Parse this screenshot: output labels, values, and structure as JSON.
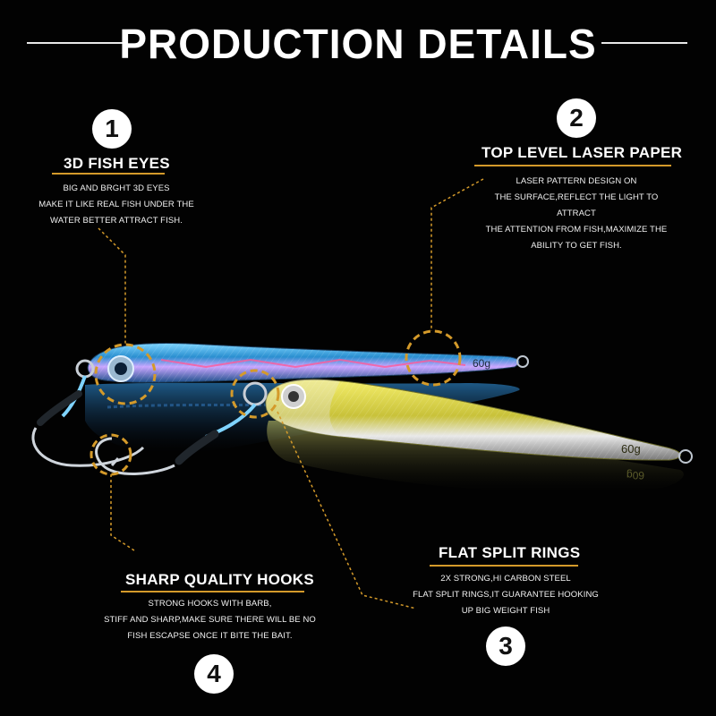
{
  "header": {
    "title": "PRODUCTION DETAILS"
  },
  "features": [
    {
      "number": "1",
      "title": "3D  FISH EYES",
      "lines": [
        "BIG AND BRGHT 3D EYES",
        "MAKE IT LIKE REAL FISH UNDER THE",
        "WATER BETTER ATTRACT FISH."
      ]
    },
    {
      "number": "2",
      "title": "TOP LEVEL LASER PAPER",
      "lines": [
        "LASER PATTERN DESIGN ON",
        "THE SURFACE,REFLECT THE LIGHT TO ATTRACT",
        "THE ATTENTION FROM FISH,MAXIMIZE THE",
        "ABILITY TO GET FISH."
      ]
    },
    {
      "number": "3",
      "title": "FLAT SPLIT RINGS",
      "lines": [
        "2X STRONG,HI CARBON STEEL",
        "FLAT SPLIT RINGS,IT GUARANTEE HOOKING",
        "UP BIG WEIGHT FISH"
      ]
    },
    {
      "number": "4",
      "title": "SHARP QUALITY HOOKS",
      "lines": [
        "STRONG HOOKS WITH BARB,",
        "STIFF AND SHARP,MAKE SURE THERE WILL BE NO",
        "FISH ESCAPSE ONCE IT BITE THE BAIT."
      ]
    }
  ],
  "lures": {
    "blue_weight": "60g",
    "yellow_weight": "60g"
  },
  "colors": {
    "background": "#000000",
    "accent": "#d49a2a",
    "blue_lure": "#3aa6e0",
    "yellow_lure": "#d8d23a"
  }
}
